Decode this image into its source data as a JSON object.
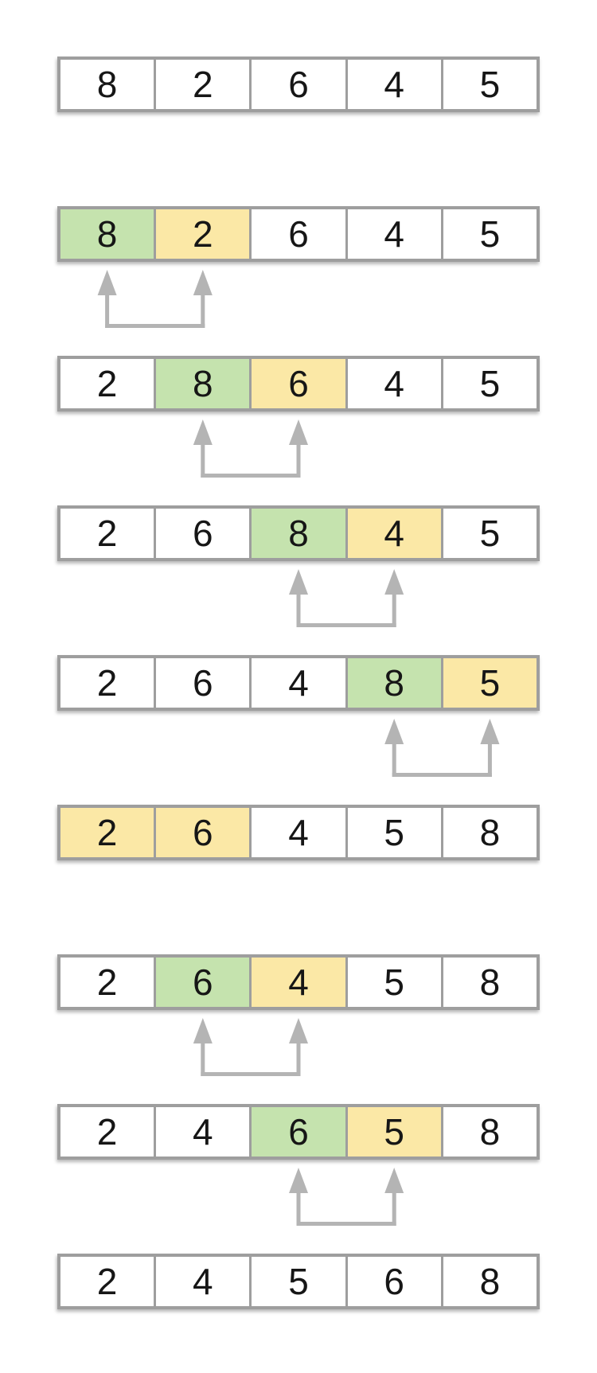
{
  "diagram": {
    "name": "bubble-sort-step-visualization",
    "element_count": 5,
    "colors": {
      "compare_primary": "#c5e3ae",
      "compare_secondary": "#fbe8a6",
      "cell_background": "#ffffff",
      "cell_border": "#9e9e9e",
      "arrow": "#b4b4b4",
      "number_text": "#161616"
    },
    "steps": [
      {
        "values": [
          "8",
          "2",
          "6",
          "4",
          "5"
        ],
        "highlights": [
          null,
          null,
          null,
          null,
          null
        ],
        "arrows": null
      },
      {
        "values": [
          "8",
          "2",
          "6",
          "4",
          "5"
        ],
        "highlights": [
          "green",
          "yellow",
          null,
          null,
          null
        ],
        "arrows": [
          0,
          1
        ]
      },
      {
        "values": [
          "2",
          "8",
          "6",
          "4",
          "5"
        ],
        "highlights": [
          null,
          "green",
          "yellow",
          null,
          null
        ],
        "arrows": [
          1,
          2
        ]
      },
      {
        "values": [
          "2",
          "6",
          "8",
          "4",
          "5"
        ],
        "highlights": [
          null,
          null,
          "green",
          "yellow",
          null
        ],
        "arrows": [
          2,
          3
        ]
      },
      {
        "values": [
          "2",
          "6",
          "4",
          "8",
          "5"
        ],
        "highlights": [
          null,
          null,
          null,
          "green",
          "yellow"
        ],
        "arrows": [
          3,
          4
        ]
      },
      {
        "values": [
          "2",
          "6",
          "4",
          "5",
          "8"
        ],
        "highlights": [
          "yellow",
          "yellow",
          null,
          null,
          null
        ],
        "arrows": null
      },
      {
        "values": [
          "2",
          "6",
          "4",
          "5",
          "8"
        ],
        "highlights": [
          null,
          "green",
          "yellow",
          null,
          null
        ],
        "arrows": [
          1,
          2
        ]
      },
      {
        "values": [
          "2",
          "4",
          "6",
          "5",
          "8"
        ],
        "highlights": [
          null,
          null,
          "green",
          "yellow",
          null
        ],
        "arrows": [
          2,
          3
        ]
      },
      {
        "values": [
          "2",
          "4",
          "5",
          "6",
          "8"
        ],
        "highlights": [
          null,
          null,
          null,
          null,
          null
        ],
        "arrows": null
      }
    ]
  }
}
